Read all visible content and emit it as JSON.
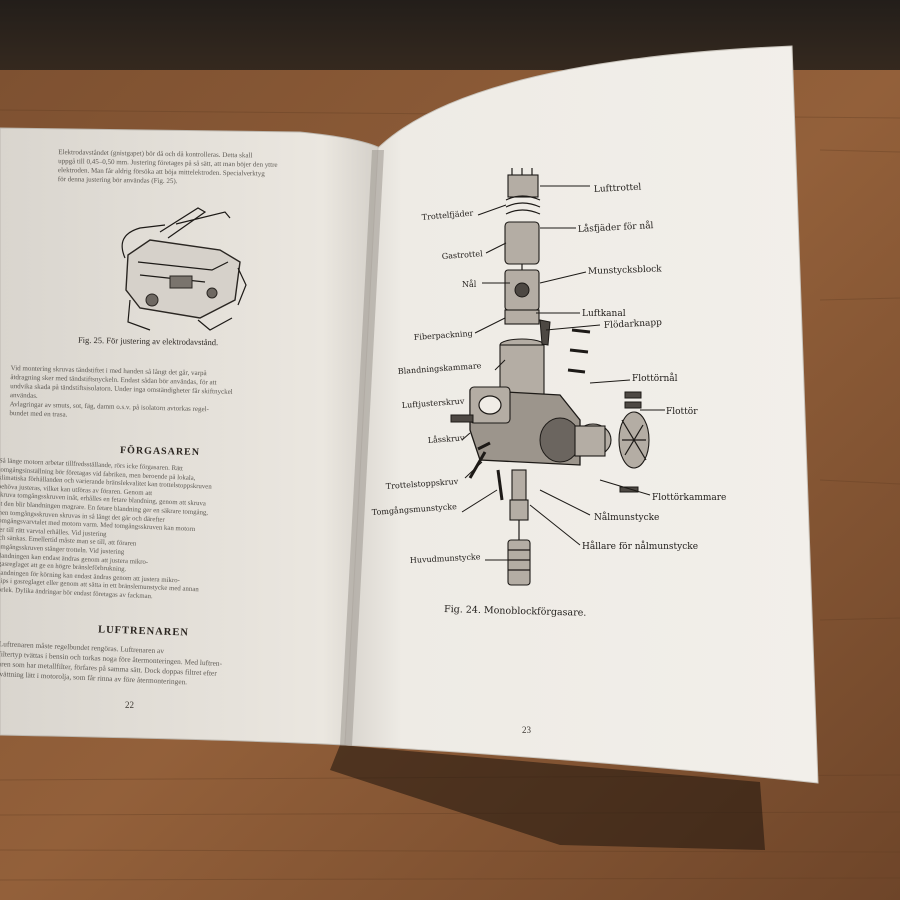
{
  "left_page": {
    "intro_text": [
      "Elektrodavståndet (gnistgapet) bör då och då kontrolleras. Detta skall",
      "uppgå till 0,45–0,50 mm. Justering företages på så sätt, att man böjer den yttre",
      "elektroden. Man får aldrig försöka att böja mittelektroden. Specialverktyg",
      "för denna justering bör användas (Fig. 25)."
    ],
    "figure_caption": "Fig. 25.   För justering av elektrodavstånd.",
    "mounting_text": [
      "Vid montering skruvas tändstiftet i med handen så långt det går, varpå",
      "åtdragning sker med tändstiftsnyckeln. Endast sådan bör användas, för att",
      "undvika skada på tändstiftsisolatorn. Under inga omständigheter får skiftnyckel",
      "användas.",
      "Avlagringar av smuts, sot, fäg, damm o.s.v. på isolatorn avtorkas regel-",
      "bundet med en trasa."
    ],
    "heading_forgasaren": "FÖRGASAREN",
    "forgasaren_text": [
      "Så länge motorn arbetar tillfredsställande, rörs icke förgasaren. Rätt",
      "tomgångsinställning bör företagas vid fabriken, men beroende på lokala,",
      "klimatiska förhållanden och varierande bränslekvalitet kan trottelstoppskruven",
      "behöva justeras, vilket kan utföras av föraren. Genom att",
      "skruva tomgångsskruven inåt, erhålles en fetare blandning, genom att skruva",
      "ut den blir blandningen magrare. En fetare blandning ger en säkrare tomgång,",
      "men tomgångsskruven skruvas in så långt det går och därefter",
      "tomgångsvarvtalet med motorn varm. Med tomgångsskruven kan motorn",
      "ner till rätt varvtal erhålles. Vid justering",
      "och sänkas. Emellertid måste man se till, att föraren",
      "tomgångsskruven stänger trotteln. Vid justering",
      "Blandningen kan endast ändras genom att justera mikro-",
      "i gasreglaget att ge en högre bränsleförbrukning.",
      "Blandningen för körning kan endast ändras genom att justera mikro-",
      "ellips i gasreglaget eller genom att sätta in ett bränslemunstycke med annan",
      "storlek. Dylika ändringar bör endast företagas av fackman."
    ],
    "heading_luftrenaren": "LUFTRENAREN",
    "luftrenaren_text": [
      "Luftrenaren måste regelbundet rengöras. Luftrenaren av",
      "filtertyp tvättas i bensin och torkas noga före återmonteringen. Med luftren-",
      "aren som har metallfilter, förfares på samma sätt. Dock doppas filtret efter",
      "tvättning lätt i motorolja, som får rinna av före återmonteringen."
    ],
    "page_number": "22"
  },
  "right_page": {
    "labels": {
      "lufttrottel": "Lufttrottel",
      "trottelfjader": "Trottelfjäder",
      "lasfjader": "Låsfjäder för nål",
      "gastrottel": "Gastrottel",
      "nal": "Nål",
      "munstycksblock": "Munstycksblock",
      "luftkanal": "Luftkanal",
      "fiberpackning": "Fiberpackning",
      "flodarknapp": "Flödarknapp",
      "blandningskammare": "Blandningskammare",
      "flottornal": "Flottörnål",
      "luftjusterskruv": "Luftjusterskruv",
      "flottor": "Flottör",
      "lasskruv": "Låsskruv",
      "trottelstoppskruv": "Trottelstoppskruv",
      "flottorkammare": "Flottörkammare",
      "tomgangsmunstycke": "Tomgångsmunstycke",
      "nalmunstycke": "Nålmunstycke",
      "hallare": "Hållare för nålmunstycke",
      "huvudmunstycke": "Huvudmunstycke"
    },
    "figure_caption": "Fig. 24.   Monoblockförgasare.",
    "page_number": "23"
  },
  "colors": {
    "background_wall": "#2b2520",
    "table_wood": "#8a5a36",
    "paper": "#ece8e1",
    "ink": "#1d1a17"
  }
}
